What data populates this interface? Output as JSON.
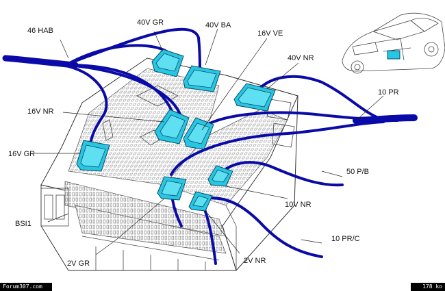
{
  "labels": {
    "hab46": "46 HAB",
    "gr40": "40V GR",
    "ba40": "40V BA",
    "ve16": "16V VE",
    "nr40": "40V NR",
    "nr16": "16V NR",
    "gr16": "16V GR",
    "pr10": "10 PR",
    "pb50": "50 P/B",
    "bsi": "BSI1",
    "nr10": "10V NR",
    "prc10": "10 PR/C",
    "gr2": "2V GR",
    "nr2": "2V NR"
  },
  "footer": {
    "source": "Forum307.com",
    "size": "178 ko"
  },
  "colors": {
    "wire": "#0a0aa8",
    "connector": "#27c6e2",
    "outline": "#333333"
  }
}
